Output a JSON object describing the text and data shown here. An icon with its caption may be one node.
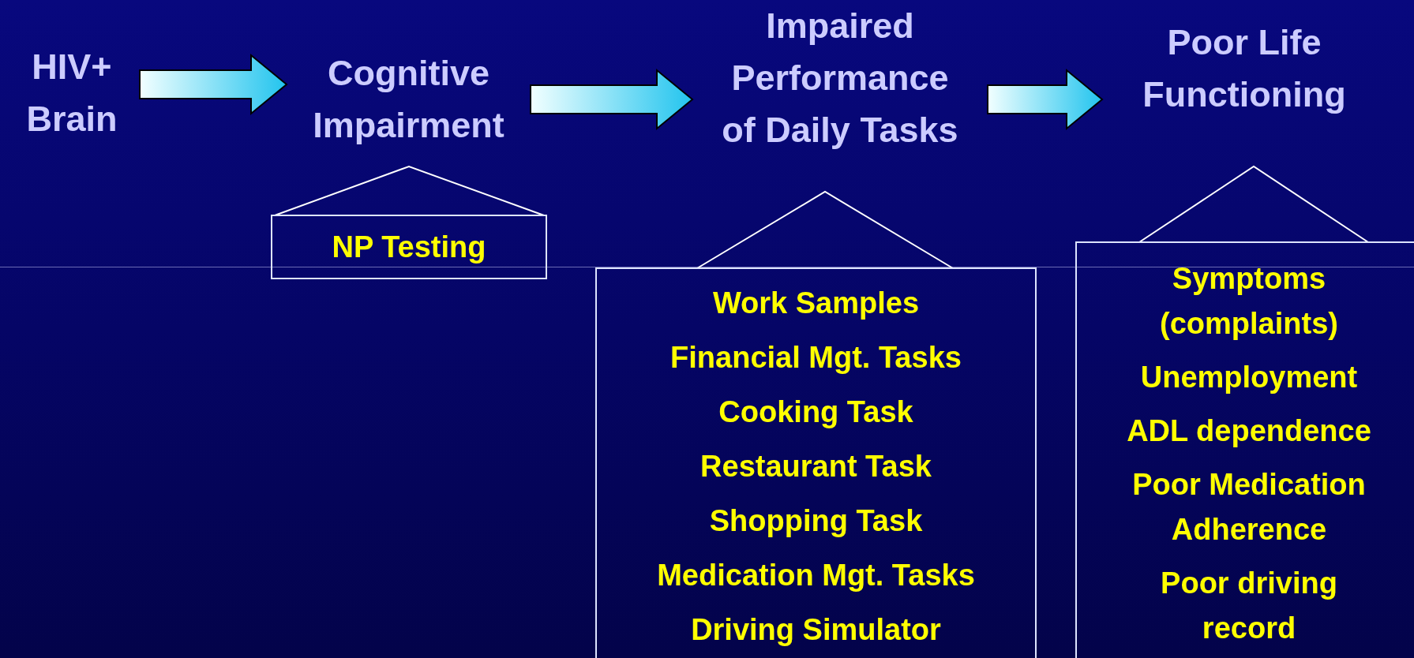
{
  "diagram": {
    "nodes": [
      {
        "text": [
          "HIV+ Brain"
        ]
      },
      {
        "text": [
          "Cognitive Impairment"
        ]
      },
      {
        "text": [
          "Impaired Performance of Daily Tasks"
        ]
      },
      {
        "text": [
          "Poor Life Functioning"
        ]
      },
      {
        "text": [
          "NP Testing"
        ]
      },
      {
        "text": [
          "Work Samples",
          "Financial Mgt. Tasks",
          "Cooking Task",
          "Restaurant Task",
          "Shopping Task",
          "Medication Mgt. Tasks",
          "Driving Simulator"
        ]
      },
      {
        "text": [
          "Symptoms (complaints)",
          "Unemployment",
          "ADL dependence",
          "Poor Medication Adherence",
          "Poor driving record"
        ]
      }
    ],
    "edges": [
      {
        "from": 0,
        "to": 1,
        "arrow": "to"
      },
      {
        "from": 1,
        "to": 2,
        "arrow": "to"
      },
      {
        "from": 2,
        "to": 3,
        "arrow": "to"
      }
    ]
  }
}
